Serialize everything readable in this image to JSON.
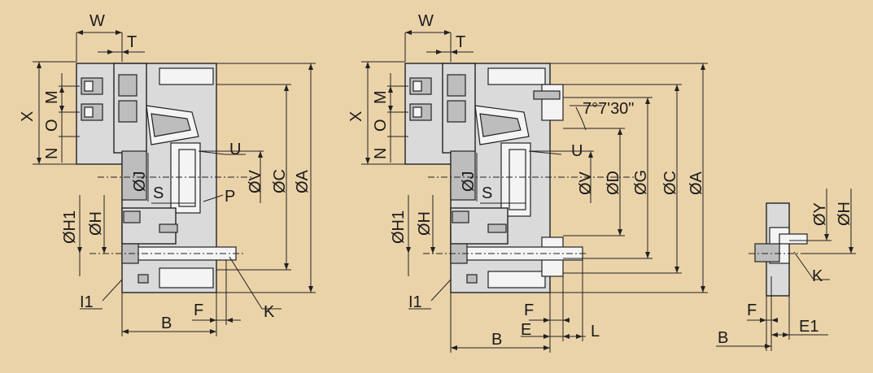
{
  "diagram_left": {
    "labels": {
      "W": "W",
      "T": "T",
      "X": "X",
      "M": "M",
      "O": "O",
      "N": "N",
      "U": "U",
      "J": "ØJ",
      "S": "S",
      "P": "P",
      "V": "ØV",
      "C": "ØC",
      "A": "ØA",
      "H1": "ØH1",
      "H": "ØH",
      "I1": "I1",
      "B": "B",
      "F": "F",
      "K": "K"
    }
  },
  "diagram_middle": {
    "labels": {
      "W": "W",
      "T": "T",
      "X": "X",
      "M": "M",
      "O": "O",
      "N": "N",
      "angle": "7°7'30\"",
      "U": "U",
      "J": "ØJ",
      "S": "S",
      "V": "ØV",
      "D": "ØD",
      "G": "ØG",
      "C": "ØC",
      "A": "ØA",
      "H1": "ØH1",
      "H": "ØH",
      "I1": "I1",
      "F": "F",
      "E": "E",
      "B": "B",
      "L": "L"
    }
  },
  "diagram_right": {
    "labels": {
      "Y": "ØY",
      "H": "ØH",
      "K": "K",
      "F": "F",
      "B": "B",
      "E1": "E1"
    }
  }
}
